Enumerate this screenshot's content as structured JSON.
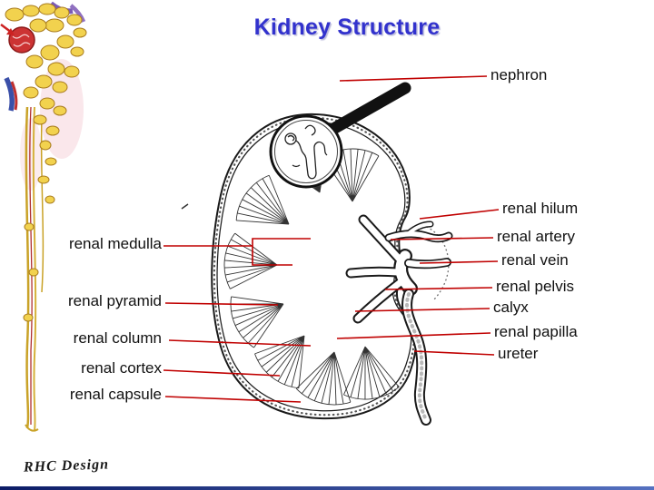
{
  "slide": {
    "title": "Kidney Structure",
    "credit": "RHC Design"
  },
  "labels": {
    "nephron": "nephron",
    "renal_hilum": "renal hilum",
    "renal_artery": "renal artery",
    "renal_vein": "renal vein",
    "renal_pelvis": "renal pelvis",
    "calyx": "calyx",
    "renal_papilla": "renal papilla",
    "ureter": "ureter",
    "renal_medulla": "renal medulla",
    "renal_pyramid": "renal pyramid",
    "renal_column": "renal column",
    "renal_cortex": "renal cortex",
    "renal_capsule": "renal capsule"
  },
  "colors": {
    "title_blue": "#3232cd",
    "leader_red": "#c00000",
    "bottom_bar_left": "#0c1c66",
    "bottom_bar_right": "#5571c0"
  }
}
